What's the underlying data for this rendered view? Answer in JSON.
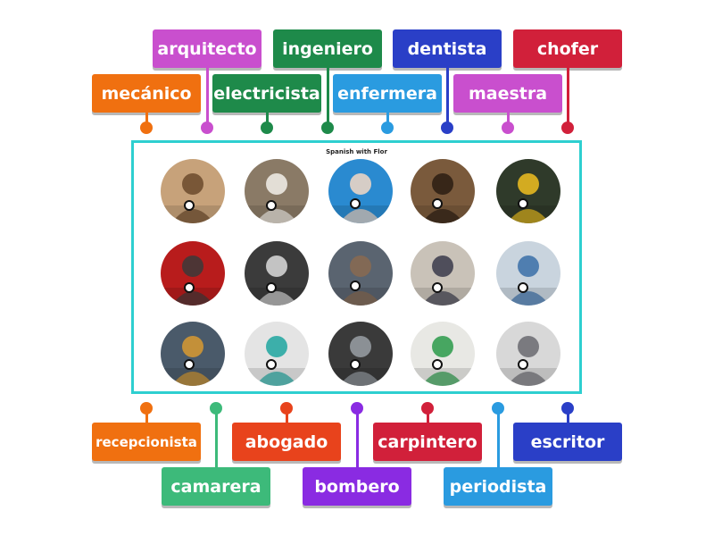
{
  "title": "Spanish with Flor",
  "top_labels": [
    {
      "text": "arquitecto",
      "color": "#c94fce"
    },
    {
      "text": "ingeniero",
      "color": "#1e8a4a"
    },
    {
      "text": "dentista",
      "color": "#2a3fc7"
    },
    {
      "text": "chofer",
      "color": "#d1203a"
    },
    {
      "text": "mecánico",
      "color": "#f07010"
    },
    {
      "text": "electricista",
      "color": "#1e8a4a"
    },
    {
      "text": "enfermera",
      "color": "#2a9be0"
    },
    {
      "text": "maestra",
      "color": "#c94fce"
    }
  ],
  "bottom_labels": [
    {
      "text": "recepcionista",
      "color": "#f07010"
    },
    {
      "text": "abogado",
      "color": "#e8431c"
    },
    {
      "text": "carpintero",
      "color": "#d1203a"
    },
    {
      "text": "escritor",
      "color": "#2a3fc7"
    },
    {
      "text": "camarera",
      "color": "#3dba7a"
    },
    {
      "text": "bombero",
      "color": "#8a2be2"
    },
    {
      "text": "periodista",
      "color": "#2a9be0"
    }
  ],
  "photos": [
    {
      "icon": "carpenter-photo",
      "bg": "#c7a27a",
      "fg": "#6b4a2b"
    },
    {
      "icon": "waiter-photo",
      "bg": "#8a7a66",
      "fg": "#f2f0ea"
    },
    {
      "icon": "dentist-photo",
      "bg": "#2a8ad0",
      "fg": "#f5d8c4"
    },
    {
      "icon": "lawyer-photo",
      "bg": "#7a5a3c",
      "fg": "#2b1d12"
    },
    {
      "icon": "teacher-photo",
      "bg": "#2f3a2a",
      "fg": "#f0c020"
    },
    {
      "icon": "firefighter-photo",
      "bg": "#b81c1c",
      "fg": "#3a3a3a"
    },
    {
      "icon": "journalist-photo",
      "bg": "#3b3b3b",
      "fg": "#dcdcdc"
    },
    {
      "icon": "mechanic-photo",
      "bg": "#5a6470",
      "fg": "#8a6a50"
    },
    {
      "icon": "receptionist-photo",
      "bg": "#c9c2b8",
      "fg": "#3a3a4a"
    },
    {
      "icon": "engineer-photo",
      "bg": "#c9d4de",
      "fg": "#3a6fa8"
    },
    {
      "icon": "electrician-photo",
      "bg": "#4a5a6a",
      "fg": "#d89a30"
    },
    {
      "icon": "nurse-photo",
      "bg": "#e4e4e4",
      "fg": "#1fa6a0"
    },
    {
      "icon": "car-engine-photo",
      "bg": "#3a3a3a",
      "fg": "#9aa0a6"
    },
    {
      "icon": "architect-photo",
      "bg": "#e8e8e4",
      "fg": "#2a9a4a"
    },
    {
      "icon": "writer-photo",
      "bg": "#d8d8d8",
      "fg": "#6a6a70"
    }
  ]
}
